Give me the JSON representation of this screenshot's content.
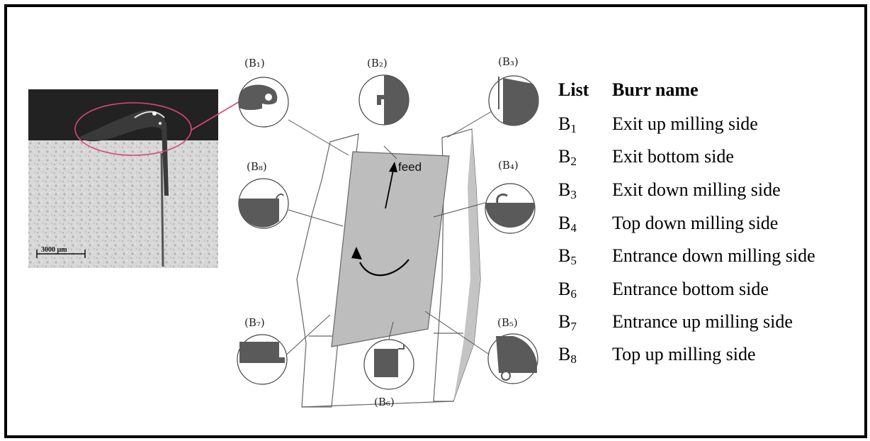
{
  "figure": {
    "photo_scale_label": "3000 µm",
    "feed_label": "feed",
    "circle_labels": {
      "b1": "(B₁)",
      "b2": "(B₂)",
      "b3": "(B₃)",
      "b4": "(B₄)",
      "b5": "(B₅)",
      "b6": "(B₆)",
      "b7": "(B₇)",
      "b8": "(B₈)"
    }
  },
  "list": {
    "header": {
      "code": "List",
      "name": "Burr name"
    },
    "rows": [
      {
        "letter": "B",
        "index": "1",
        "name": "Exit up milling side"
      },
      {
        "letter": "B",
        "index": "2",
        "name": "Exit bottom side"
      },
      {
        "letter": "B",
        "index": "3",
        "name": "Exit down milling side"
      },
      {
        "letter": "B",
        "index": "4",
        "name": "Top down milling side"
      },
      {
        "letter": "B",
        "index": "5",
        "name": "Entrance down milling side"
      },
      {
        "letter": "B",
        "index": "6",
        "name": "Entrance bottom side"
      },
      {
        "letter": "B",
        "index": "7",
        "name": "Entrance up milling side"
      },
      {
        "letter": "B",
        "index": "8",
        "name": "Top up milling side"
      }
    ]
  },
  "colors": {
    "burr_fill": "#5a5a5a",
    "workpiece_fill": "#bdbdbd",
    "highlight_ellipse": "#d9477a"
  }
}
